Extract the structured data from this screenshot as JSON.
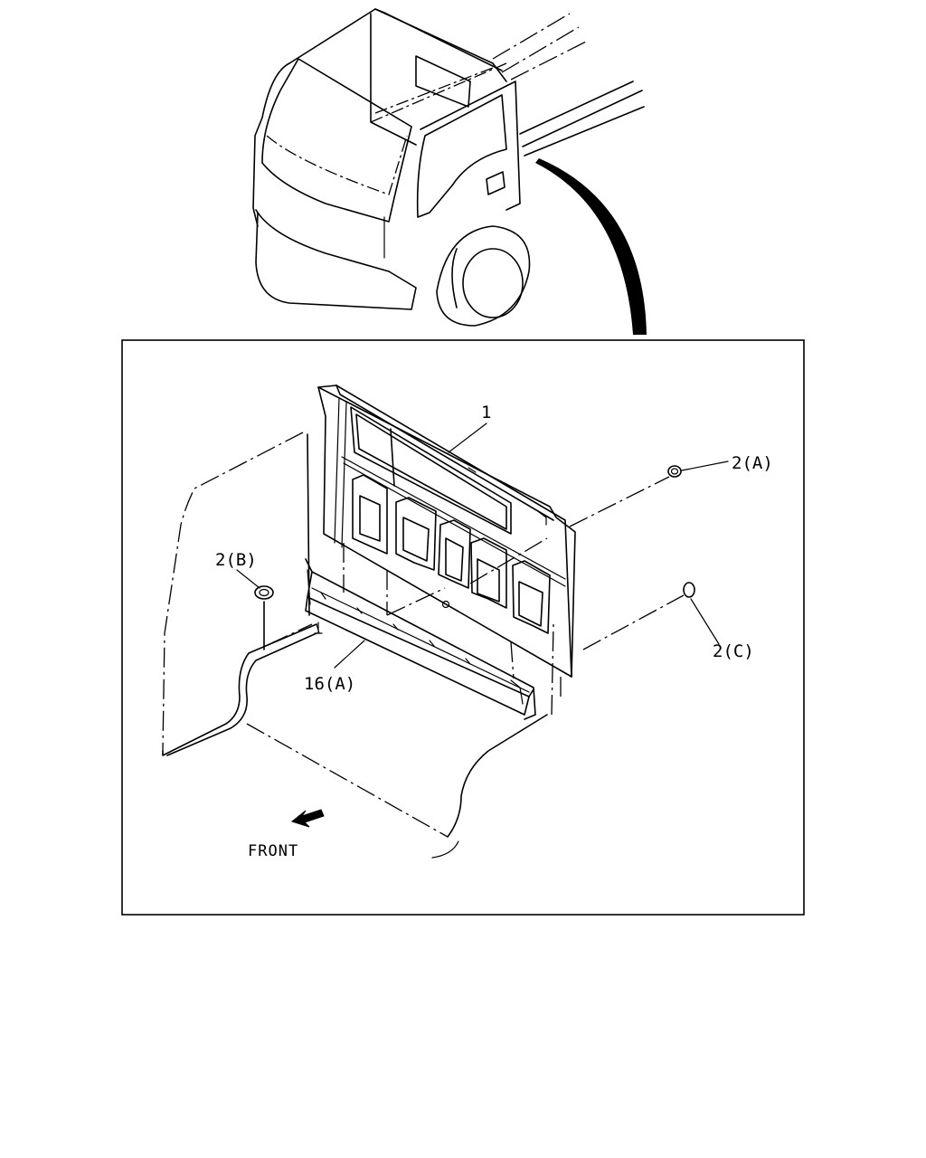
{
  "labels": {
    "part_1": "1",
    "part_2a": "2(A)",
    "part_2b": "2(B)",
    "part_2c": "2(C)",
    "part_16a": "16(A)",
    "front": "FRONT"
  },
  "colors": {
    "line": "#000000",
    "background": "#ffffff"
  },
  "icons": {
    "front_arrow": "arrow-down-left-icon"
  }
}
